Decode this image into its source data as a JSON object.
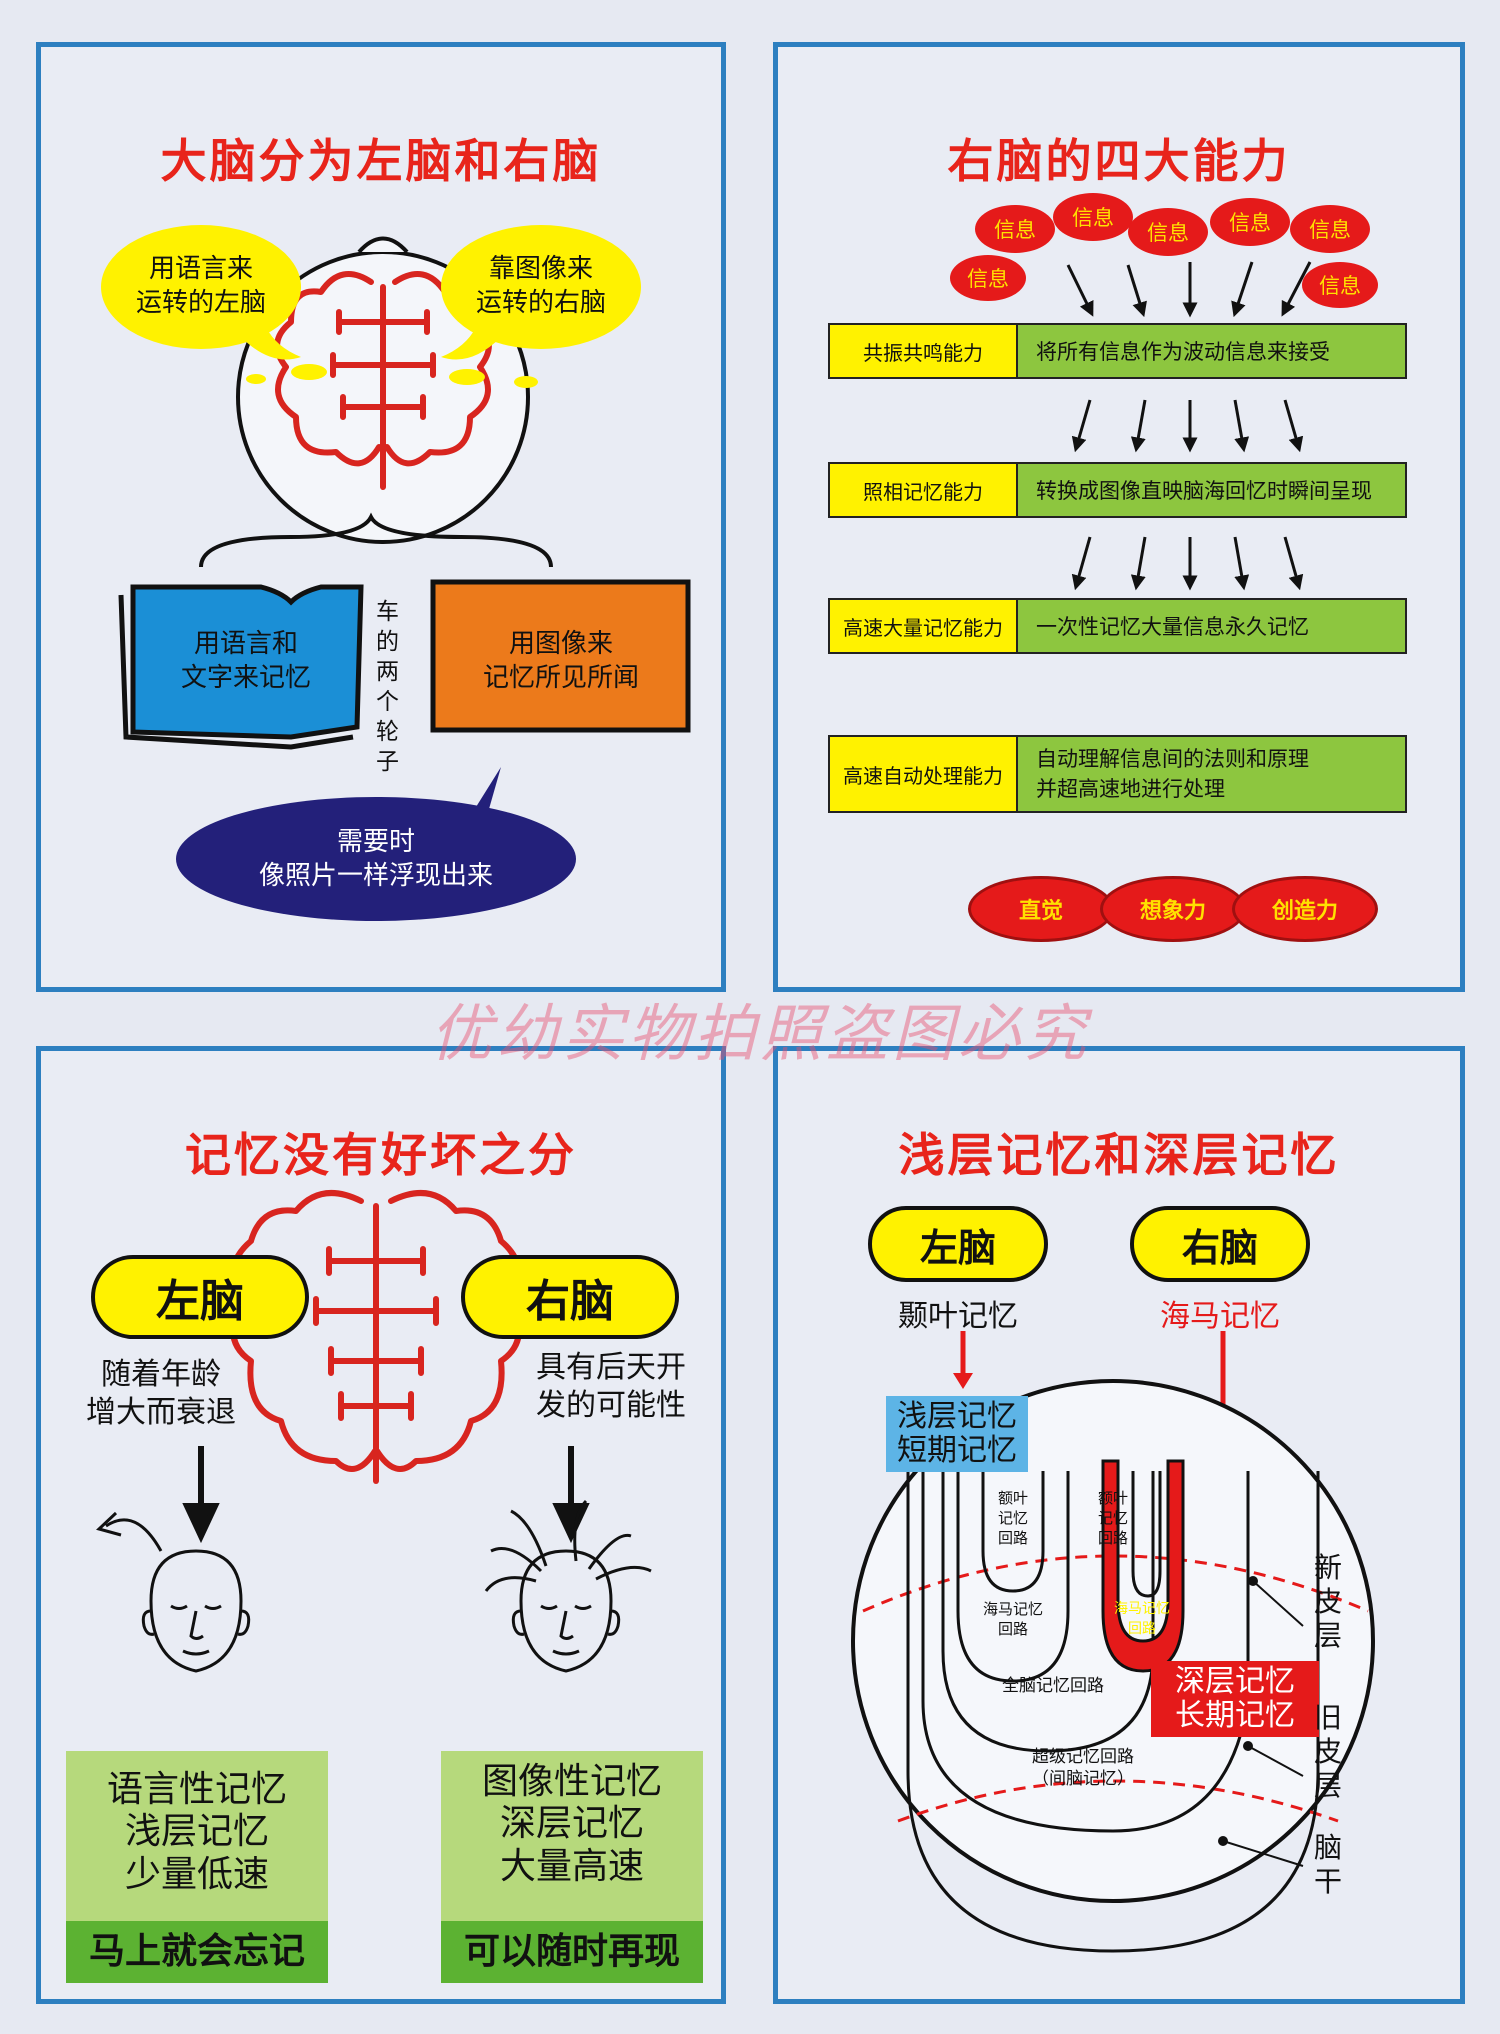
{
  "watermark": "优幼实物拍照盗图必究",
  "colors": {
    "title_red": "#e8241b",
    "border_blue": "#2d7fc0",
    "brain_red": "#d8251f",
    "yellow": "#fff200",
    "green": "#8dc63f"
  },
  "panel1": {
    "title": "大脑分为左脑和右脑",
    "left_bubble": "用语言来\n运转的左脑",
    "right_bubble": "靠图像来\n运转的右脑",
    "book_text": "用语言和\n文字来记忆",
    "orange_text": "用图像来\n记忆所见所闻",
    "vertical_text": "车的两个轮子",
    "oval_text": "需要时\n像照片一样浮现出来"
  },
  "panel2": {
    "title": "右脑的四大能力",
    "info_label": "信息",
    "rows": [
      {
        "label": "共振共鸣能力",
        "desc": "将所有信息作为波动信息来接受"
      },
      {
        "label": "照相记忆能力",
        "desc": "转换成图像直映脑海回忆时瞬间呈现"
      },
      {
        "label": "高速大量记忆能力",
        "desc": "一次性记忆大量信息永久记忆"
      },
      {
        "label": "高速自动处理能力",
        "desc": "自动理解信息间的法则和原理\n并超高速地进行处理"
      }
    ],
    "bottom": [
      "直觉",
      "想象力",
      "创造力"
    ]
  },
  "panel3": {
    "title": "记忆没有好坏之分",
    "left_label": "左脑",
    "right_label": "右脑",
    "left_desc": "随着年龄\n增大而衰退",
    "right_desc": "具有后天开\n发的可能性",
    "left_box": "语言性记忆\n浅层记忆\n少量低速",
    "right_box": "图像性记忆\n深层记忆\n大量高速",
    "left_footer": "马上就会忘记",
    "right_footer": "可以随时再现"
  },
  "panel4": {
    "title": "浅层记忆和深层记忆",
    "left_label": "左脑",
    "right_label": "右脑",
    "left_sub": "颞叶记忆",
    "right_sub": "海马记忆",
    "shallow": "浅层记忆\n短期记忆",
    "deep": "深层记忆\n长期记忆",
    "loop1": "额叶\n记忆\n回路",
    "loop2": "额叶\n记忆\n回路",
    "hippo_loop_black": "海马记忆\n回路",
    "hippo_loop_red": "海马记忆\n回路",
    "whole_brain": "全脑记忆回路",
    "super_loop": "超级记忆回路\n（间脑记忆）",
    "layer1": "新\n皮\n层",
    "layer2": "旧\n皮\n层",
    "layer3": "脑\n干"
  }
}
